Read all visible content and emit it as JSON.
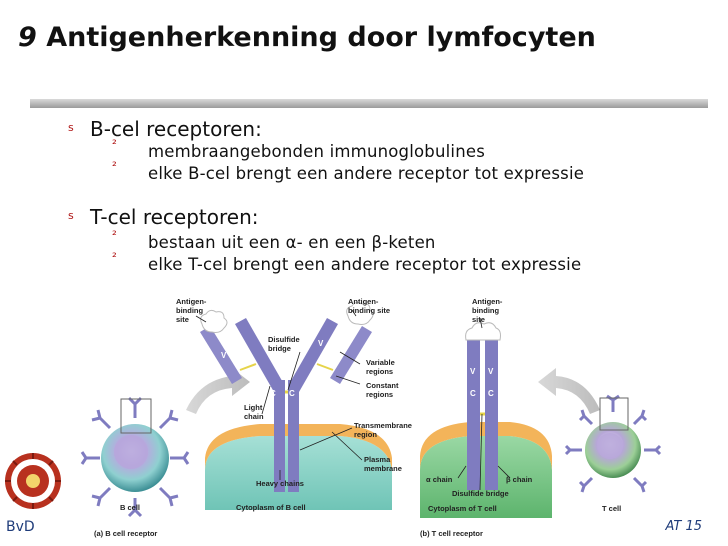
{
  "title": {
    "number": "9",
    "text": "Antigenherkenning door lymfocyten"
  },
  "bullets": [
    {
      "marker": "s",
      "label": "B-cel receptoren:",
      "sub": [
        {
          "marker": "²",
          "text": "membraangebonden immunoglobulines"
        },
        {
          "marker": "²",
          "text": "elke B-cel brengt een andere receptor tot expressie"
        }
      ]
    },
    {
      "marker": "s",
      "label": "T-cel receptoren:",
      "sub": [
        {
          "marker": "²",
          "text": "bestaan uit een α- en een β-keten"
        },
        {
          "marker": "²",
          "text": "elke T-cel brengt een andere receptor tot expressie"
        }
      ]
    }
  ],
  "figure": {
    "antigen_binding_site_1": [
      "Antigen-",
      "binding",
      "site"
    ],
    "antigen_binding_site_2": [
      "Antigen-",
      "binding site"
    ],
    "antigen_binding_site_3": [
      "Antigen-",
      "binding",
      "site"
    ],
    "disulfide_bridge": [
      "Disulfide",
      "bridge"
    ],
    "variable_regions": [
      "Variable",
      "regions"
    ],
    "constant_regions": [
      "Constant",
      "regions"
    ],
    "light_chain": [
      "Light",
      "chain"
    ],
    "transmembrane_region": [
      "Transmembrane",
      "region"
    ],
    "plasma_membrane": [
      "Plasma",
      "membrane"
    ],
    "heavy_chains": "Heavy chains",
    "cytoplasm_b": "Cytoplasm of B cell",
    "cytoplasm_t": "Cytoplasm of T cell",
    "alpha_chain": "α chain",
    "beta_chain": "β chain",
    "disulfide_bridge_t": "Disulfide bridge",
    "b_cell": "B cell",
    "t_cell": "T cell",
    "caption_a": "(a) B cell receptor",
    "caption_b": "(b) T cell receptor",
    "letter_v": "V",
    "letter_c": "C",
    "colors": {
      "chain": "#7f7cc0",
      "membrane": "#f3b45a",
      "cytoplasm": "#8fd3c6",
      "tcyto": "#7dc98d"
    }
  },
  "footer": {
    "left": "BvD",
    "right": "AT 15"
  }
}
